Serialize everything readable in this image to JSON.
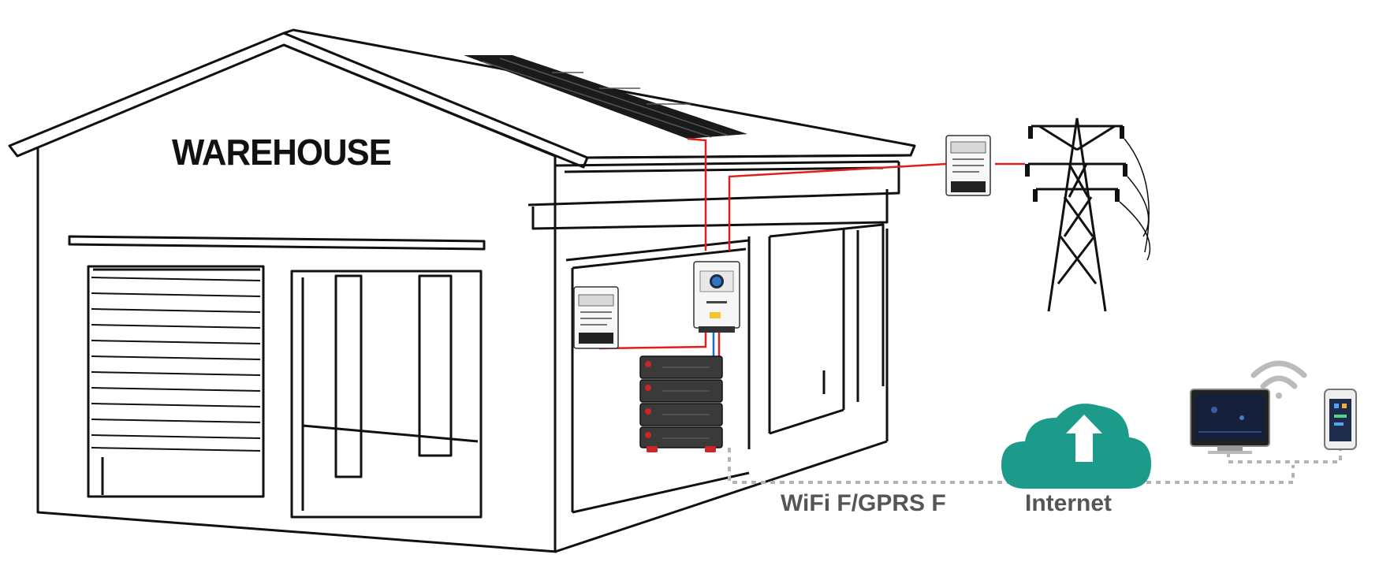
{
  "diagram": {
    "building_label": "WAREHOUSE",
    "connection_label": "WiFi F/GPRS F",
    "cloud_label": "Internet"
  },
  "colors": {
    "line": "#111111",
    "ac_wire": "#e01e1e",
    "dc_wire_blue": "#1a6fd6",
    "data_link": "#b3b3b3",
    "cloud": "#1c9a8a",
    "battery": "#3a3a3a",
    "battery_accent": "#c62828"
  },
  "icons": [
    "solar-panel-icon",
    "inverter-icon",
    "energy-meter-icon",
    "battery-stack-icon",
    "power-pylon-icon",
    "cloud-upload-icon",
    "monitor-icon",
    "smartphone-icon",
    "wifi-icon"
  ]
}
